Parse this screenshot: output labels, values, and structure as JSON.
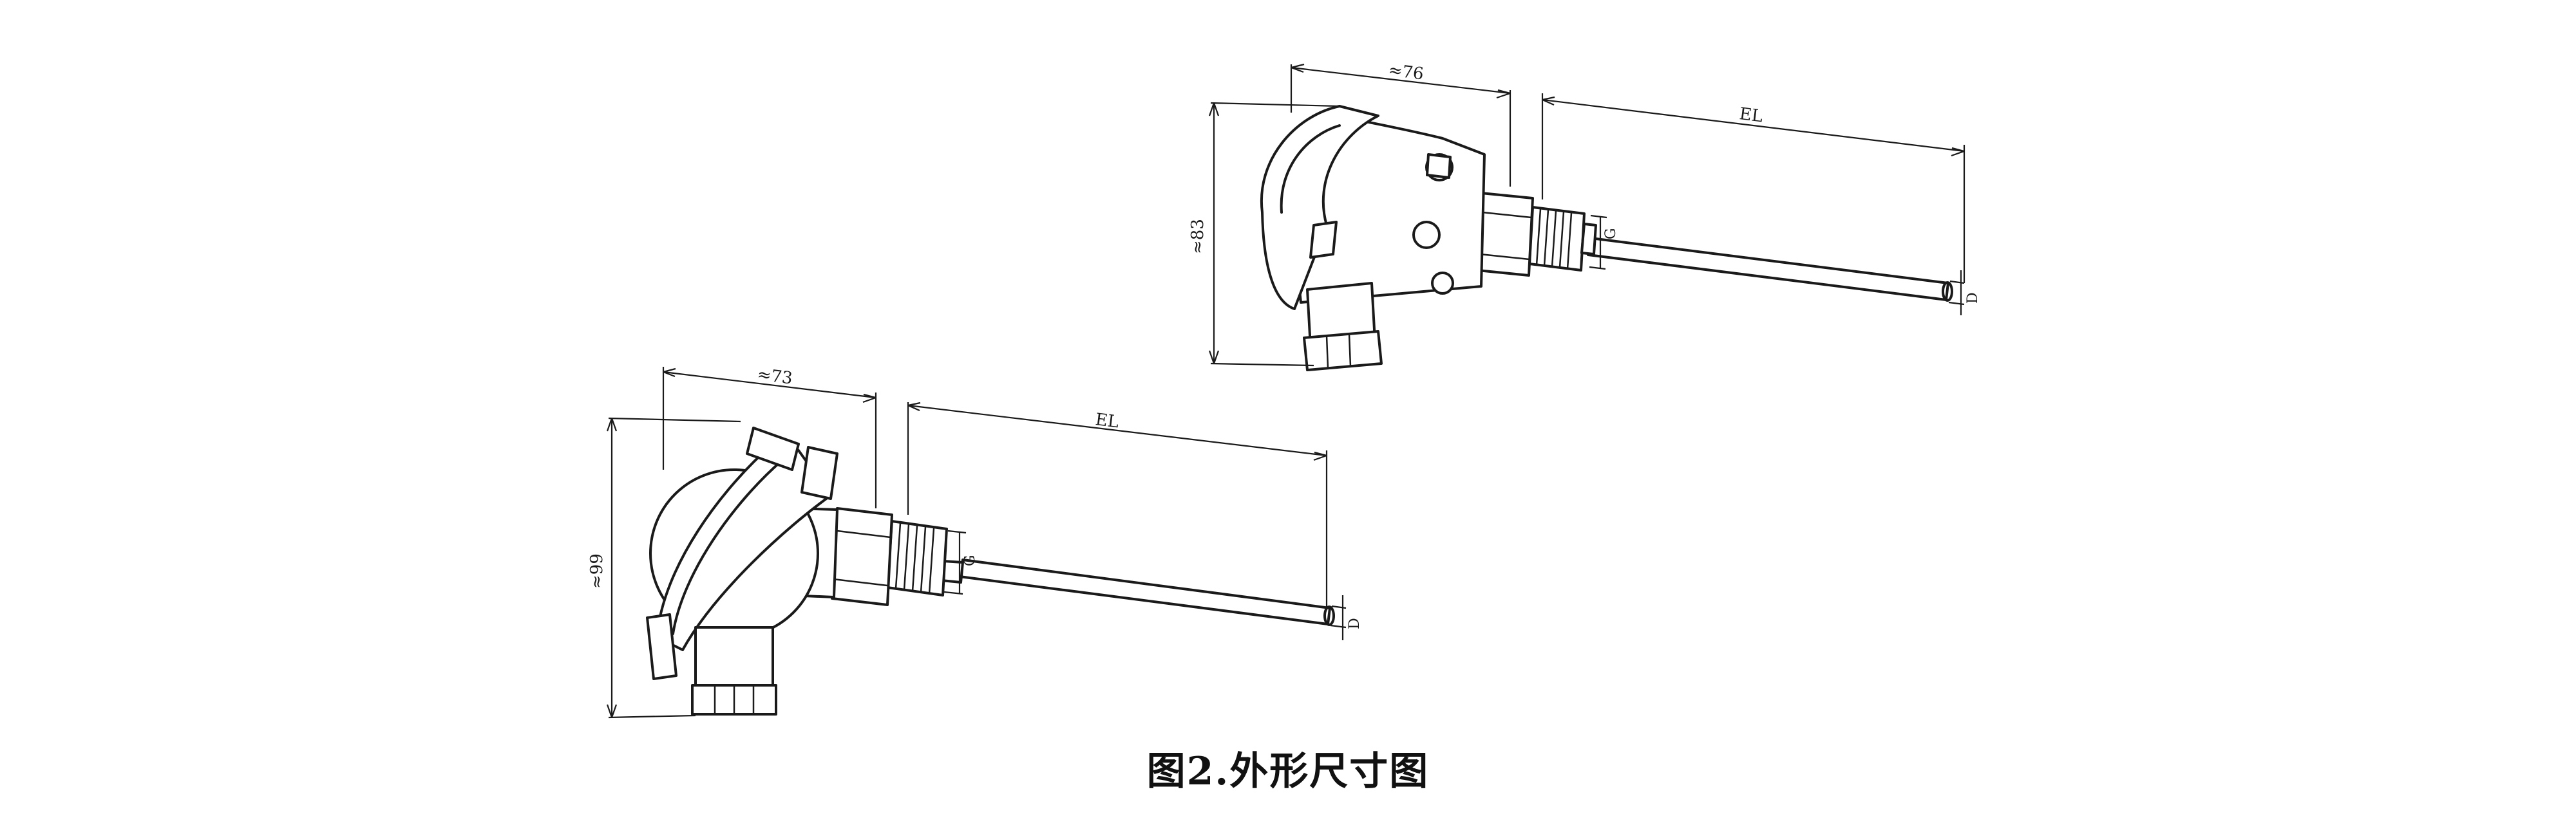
{
  "caption": "图2.外形尺寸图",
  "upper_drawing": {
    "head_width_label": "≈76",
    "head_height_label": "≈83",
    "insertion_length_label": "EL",
    "thread_label": "G",
    "diameter_label": "D"
  },
  "lower_drawing": {
    "head_width_label": "≈73",
    "head_height_label": "≈99",
    "insertion_length_label": "EL",
    "thread_label": "G",
    "diameter_label": "D"
  }
}
